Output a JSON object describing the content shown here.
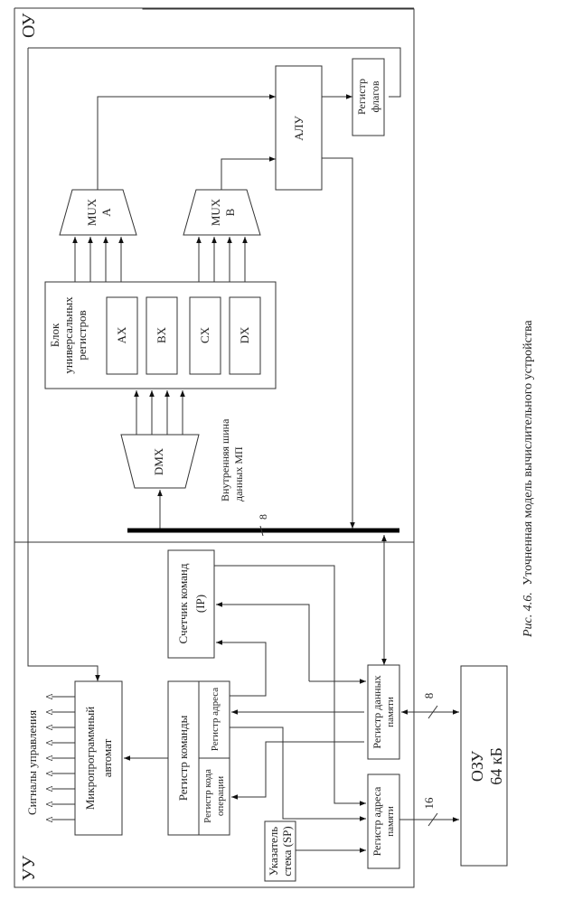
{
  "diagram": {
    "sections": {
      "ou": "ОУ",
      "uu": "УУ"
    },
    "alu": "АЛУ",
    "flags_register": [
      "Регистр",
      "флагов"
    ],
    "mux_a": [
      "MUX",
      "A"
    ],
    "mux_b": [
      "MUX",
      "B"
    ],
    "register_block": [
      "Блок",
      "универсальных",
      "регистров"
    ],
    "registers": [
      "AX",
      "BX",
      "CX",
      "DX"
    ],
    "dmx": "DMX",
    "internal_bus": [
      "Внутренняя шина",
      "данных МП"
    ],
    "internal_bus_width": "8",
    "ip_counter": [
      "Счетчик команд",
      "(IP)"
    ],
    "microprogram_automaton": [
      "Микропрограммный",
      "автомат"
    ],
    "control_signals": "Сигналы управления",
    "command_register": "Регистр команды",
    "address_register": "Регистр адреса",
    "opcode_register": [
      "Регистр кода",
      "операции"
    ],
    "stack_pointer": [
      "Указатель",
      "стека (SP)"
    ],
    "memory_data_register": [
      "Регистр данных",
      "памяти"
    ],
    "memory_address_register": [
      "Регистр адреса",
      "памяти"
    ],
    "data_bus_width": "8",
    "address_bus_width": "16",
    "ram": [
      "ОЗУ",
      "64 кБ"
    ]
  },
  "caption": {
    "label": "Рис. 4.6.",
    "text": "Уточненная модель вычислительного устройства"
  }
}
